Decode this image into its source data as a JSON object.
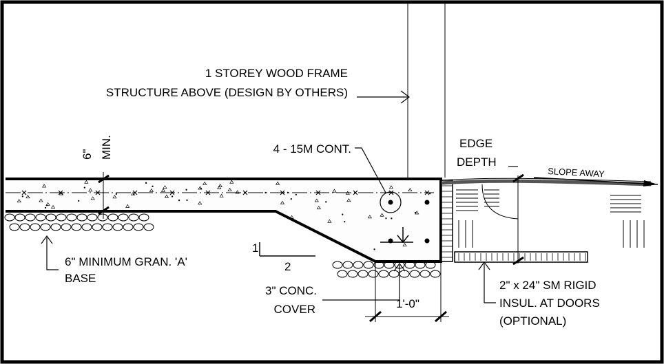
{
  "labels": {
    "structure_line1": "1 STOREY WOOD FRAME",
    "structure_line2": "STRUCTURE ABOVE (DESIGN BY OTHERS)",
    "rebar": "4 - 15M CONT.",
    "min_thickness_value": "6\"",
    "min_thickness_note": "MIN.",
    "edge_depth_line1": "EDGE",
    "edge_depth_line2": "DEPTH",
    "slope": "SLOPE AWAY",
    "base_line1": "6\" MINIMUM GRAN. 'A'",
    "base_line2": "BASE",
    "slope_ratio_rise": "1",
    "slope_ratio_run": "2",
    "cover_line1": "3\" CONC.",
    "cover_line2": "COVER",
    "footing_width": "1'-0\"",
    "insul_line1": "2\" x 24\" SM RIGID",
    "insul_line2": "INSUL. AT DOORS",
    "insul_line3": "(OPTIONAL)"
  },
  "colors": {
    "line": "#000000",
    "background": "#ffffff",
    "grade": "#555555"
  }
}
